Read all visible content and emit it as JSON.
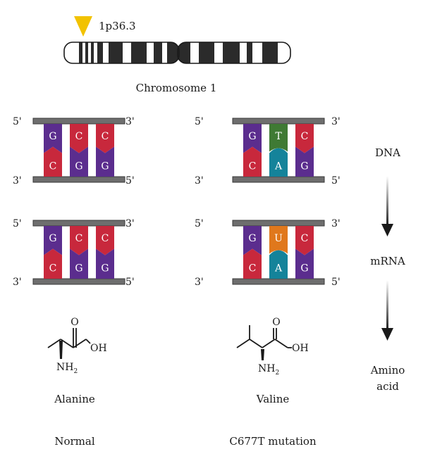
{
  "chromosome": {
    "locus": "1p36.3",
    "name": "Chromosome 1",
    "marker_color": "#f2c200"
  },
  "ends": {
    "five": "5'",
    "three": "3'"
  },
  "pairs": {
    "normal_dna": {
      "top": [
        "G",
        "C",
        "C"
      ],
      "bottom": [
        "C",
        "G",
        "G"
      ]
    },
    "normal_mrna": {
      "top": [
        "G",
        "C",
        "C"
      ],
      "bottom": [
        "C",
        "G",
        "G"
      ]
    },
    "mutant_dna": {
      "top": [
        "G",
        "T",
        "C"
      ],
      "bottom": [
        "C",
        "A",
        "G"
      ]
    },
    "mutant_mrna": {
      "top": [
        "G",
        "U",
        "C"
      ],
      "bottom": [
        "C",
        "A",
        "G"
      ]
    }
  },
  "base_colors": {
    "G": "#5b2d8e",
    "C": "#c8283c",
    "T": "#3f7a34",
    "A": "#14839a",
    "U": "#e0781c"
  },
  "flow": {
    "dna": "DNA",
    "mrna": "mRNA",
    "amino_line1": "Amino",
    "amino_line2": "acid"
  },
  "molecules": {
    "alanine": {
      "name": "Alanine",
      "o": "O",
      "oh": "OH",
      "nh": "NH",
      "sub": "2"
    },
    "valine": {
      "name": "Valine",
      "o": "O",
      "oh": "OH",
      "nh": "NH",
      "sub": "2"
    }
  },
  "captions": {
    "normal": "Normal",
    "mutation": "C677T mutation"
  }
}
